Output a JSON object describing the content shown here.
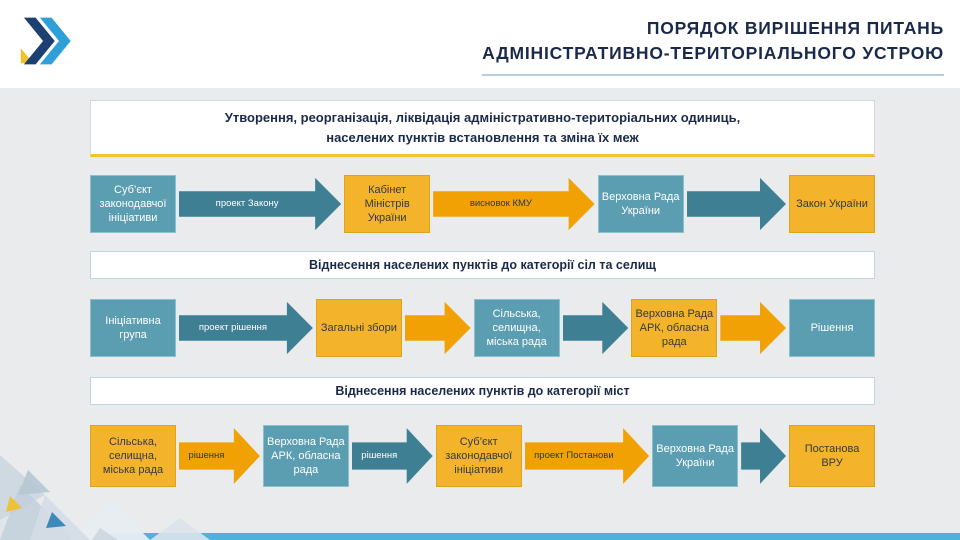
{
  "header": {
    "title_line1": "ПОРЯДОК ВИРІШЕННЯ ПИТАНЬ",
    "title_line2": "АДМІНІСТРАТИВНО-ТЕРИТОРІАЛЬНОГО УСТРОЮ"
  },
  "colors": {
    "teal_box": "#5b9db1",
    "teal_arrow": "#3f7f94",
    "yellow_box": "#f3b32b",
    "orange_arrow": "#f2a104",
    "title_navy": "#1b2a4a",
    "banner_underline_yellow": "#f2c12e",
    "bottom_bar_blue": "#4fb3d9",
    "content_background": "#e9ebed"
  },
  "section1": {
    "banner_line1": "Утворення, реорганізація, ліквідація адміністративно-територіальних одиниць,",
    "banner_line2": "населених пунктів встановлення та зміна їх меж",
    "flow": [
      {
        "kind": "box",
        "color": "teal",
        "label": "Суб’єкт законодавчої ініціативи"
      },
      {
        "kind": "arrow",
        "color": "teal",
        "label": "проект Закону"
      },
      {
        "kind": "box",
        "color": "yellow",
        "label": "Кабінет Міністрів України"
      },
      {
        "kind": "arrow",
        "color": "orange",
        "label": "висновок КМУ"
      },
      {
        "kind": "box",
        "color": "teal",
        "label": "Верховна Рада України"
      },
      {
        "kind": "arrow",
        "color": "teal",
        "label": ""
      },
      {
        "kind": "box",
        "color": "yellow",
        "label": "Закон України"
      }
    ]
  },
  "section2": {
    "banner": "Віднесення населених пунктів до категорії сіл та селищ",
    "flow": [
      {
        "kind": "box",
        "color": "teal",
        "label": "Ініціативна група"
      },
      {
        "kind": "arrow",
        "color": "teal",
        "label": "проект рішення"
      },
      {
        "kind": "box",
        "color": "yellow",
        "label": "Загальні збори"
      },
      {
        "kind": "arrow",
        "color": "orange",
        "label": ""
      },
      {
        "kind": "box",
        "color": "teal",
        "label": "Сільська, селищна, міська рада"
      },
      {
        "kind": "arrow",
        "color": "teal",
        "label": ""
      },
      {
        "kind": "box",
        "color": "yellow",
        "label": "Верховна Рада АРК, обласна рада"
      },
      {
        "kind": "arrow",
        "color": "orange",
        "label": ""
      },
      {
        "kind": "box",
        "color": "teal",
        "label": "Рішення"
      }
    ]
  },
  "section3": {
    "banner": "Віднесення населених пунктів до категорії міст",
    "flow": [
      {
        "kind": "box",
        "color": "yellow",
        "label": "Сільська, селищна, міська рада"
      },
      {
        "kind": "arrow",
        "color": "orange",
        "label": "рішення"
      },
      {
        "kind": "box",
        "color": "teal",
        "label": "Верховна Рада АРК, обласна рада"
      },
      {
        "kind": "arrow",
        "color": "teal",
        "label": "рішення"
      },
      {
        "kind": "box",
        "color": "yellow",
        "label": "Суб’єкт законодавчої ініціативи"
      },
      {
        "kind": "arrow",
        "color": "orange",
        "label": "проект Постанови"
      },
      {
        "kind": "box",
        "color": "teal",
        "label": "Верховна Рада України"
      },
      {
        "kind": "arrow",
        "color": "teal",
        "label": ""
      },
      {
        "kind": "box",
        "color": "yellow",
        "label": "Постанова ВРУ"
      }
    ]
  }
}
